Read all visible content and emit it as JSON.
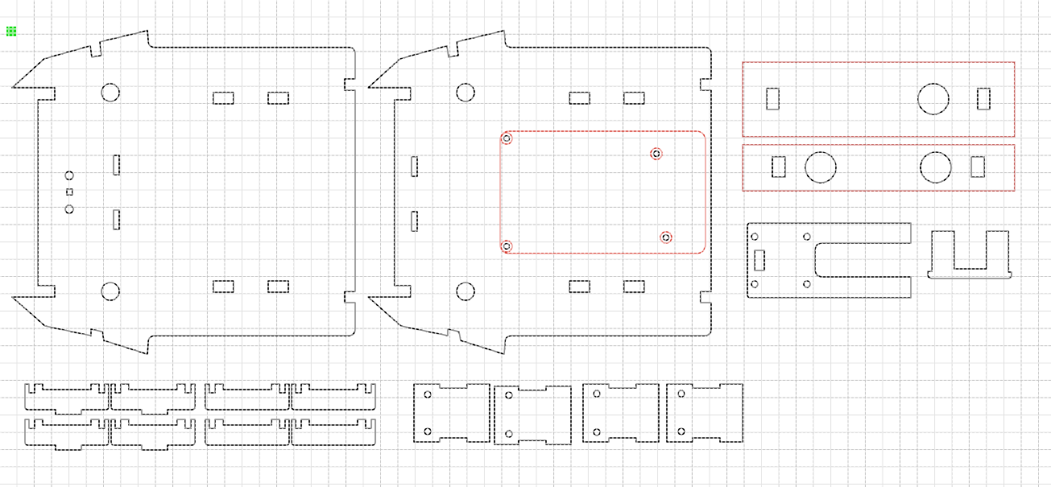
{
  "canvas": {
    "grid_color": "#c4c4c4",
    "background": "#ffffff",
    "origin_marker_color": "#22dd22",
    "line_color": "#000000",
    "selected_color": "#d9453a",
    "panel_outline_color": "#b3322d"
  },
  "parts": [
    {
      "name": "chassis-left-plate",
      "selected": false
    },
    {
      "name": "chassis-right-plate",
      "selected": false
    },
    {
      "name": "board-mount-outline",
      "selected": true
    },
    {
      "name": "top-panel-strip",
      "selected": false
    },
    {
      "name": "bottom-panel-strip",
      "selected": false
    },
    {
      "name": "u-bracket-plate",
      "selected": false
    },
    {
      "name": "comb-bracket",
      "selected": false
    },
    {
      "name": "spacer-tabs",
      "count": 8
    },
    {
      "name": "hinge-plates",
      "count": 4
    }
  ]
}
